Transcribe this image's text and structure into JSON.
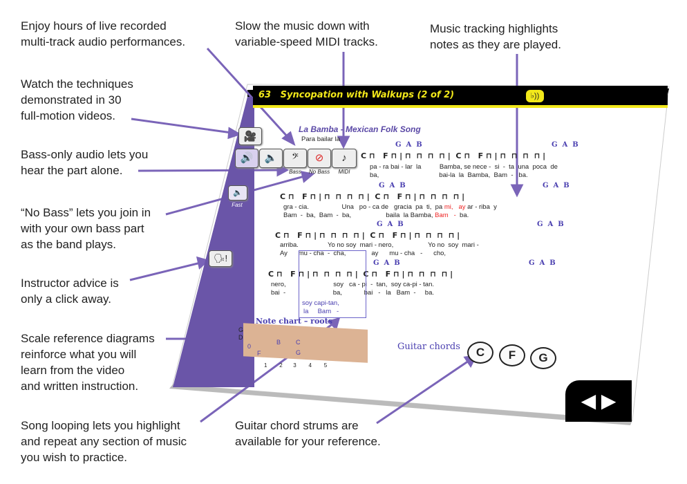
{
  "callouts": {
    "live_audio": "Enjoy hours of live recorded\nmulti-track audio performances.",
    "midi": "Slow the music down with\nvariable-speed MIDI tracks.",
    "tracking": "Music tracking highlights\nnotes as they are played.",
    "videos": "Watch the techniques\ndemonstrated in 30\nfull-motion videos.",
    "bass_only": "Bass-only audio lets you\nhear the part alone.",
    "no_bass": "“No Bass” lets you join in\nwith your own bass part\nas the band plays.",
    "instructor": "Instructor advice is\nonly a click away.",
    "scale": "Scale reference diagrams\nreinforce what you will\nlearn from the video\nand written instruction.",
    "looping": "Song looping lets you highlight\nand repeat any section of music\nyou wish to practice.",
    "strums": "Guitar chord strums are\navailable for your reference."
  },
  "page": {
    "lesson_number": "63",
    "lesson_title": "Syncopation with Walkups (2 of 2)",
    "song_title": "La Bamba - Mexican Folk Song",
    "intro_lyric": "Para bailar la",
    "buttons": {
      "bass": "Bass",
      "no_bass": "No Bass",
      "midi": "MIDI",
      "fast": "Fast"
    },
    "notes_rows": [
      "C ⊓   F ⊓ | ⊓  ⊓  ⊓  ⊓ |  C ⊓   F ⊓ | ⊓  ⊓  ⊓  ⊓ |"
    ],
    "chord_marks": "G  A  B",
    "lyrics": [
      [
        "pa - ra bai - lar  la          Bamba, se nece -  si  -  ta  una  poca  de",
        "ba,                                 bai-la  la  Bamba,  Bam  -   ba."
      ],
      [
        "gra - cia.                  Una   po - ca de   gracia  pa  ti,  pa ",
        "Bam  -  ba,  Bam  -  ba,                   baila  la Bamba, "
      ],
      [
        "arriba.                Yo no soy  mari - nero,                   Yo no  soy  mari -",
        "Ay      mu - cha  -  cha,              ay      mu - cha   -      cho,"
      ],
      [
        "nero,                          soy   ca - pi  -  tan,  soy ca-pi - tan.",
        "bai  -                          ba,            bai   -   la   Bam  -     ba."
      ]
    ],
    "highlight": {
      "line1": "mi,   ay",
      "line2": "Bam   -",
      "after1": "ar - riba  y",
      "after2": "ba."
    },
    "loop_lyrics": [
      "soy capi-tan,",
      "la     Bam   -"
    ],
    "note_chart_title": "Note chart – roots",
    "fret_labels": {
      "strings": [
        "G",
        "D"
      ],
      "notes": [
        "0",
        "B",
        "C",
        "F",
        "G"
      ],
      "frets": [
        "1",
        "2",
        "3",
        "4",
        "5"
      ]
    },
    "guitar_chords_label": "Guitar chords",
    "chords": [
      "C",
      "F",
      "G"
    ],
    "nav": {
      "prev": "◀",
      "next": "▶"
    }
  }
}
